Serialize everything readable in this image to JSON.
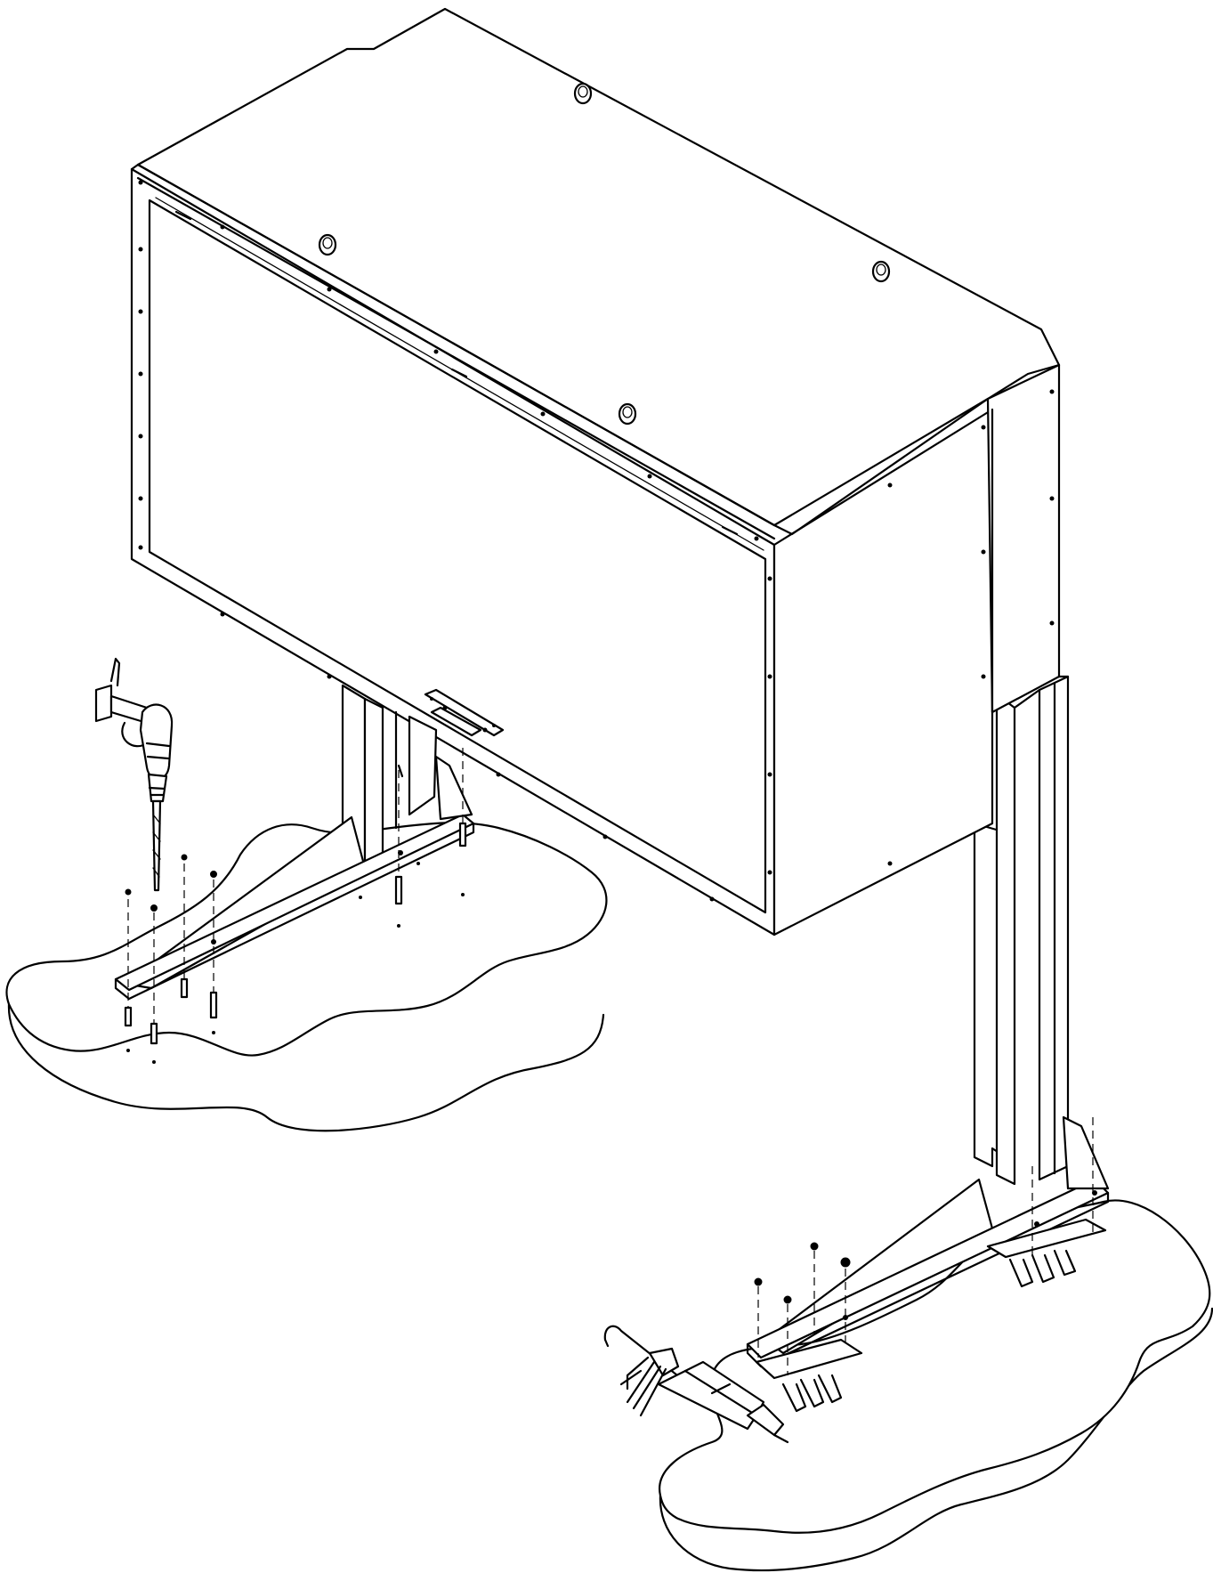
{
  "drawing": {
    "colors": {
      "line": "#000000",
      "background": "#ffffff"
    },
    "parts": [
      "cabinet-enclosure",
      "left-stand",
      "right-stand",
      "anchor-bolts",
      "concrete-pad-left",
      "concrete-pad-right",
      "hammer-drill-icon",
      "caulking-gun-icon"
    ]
  }
}
